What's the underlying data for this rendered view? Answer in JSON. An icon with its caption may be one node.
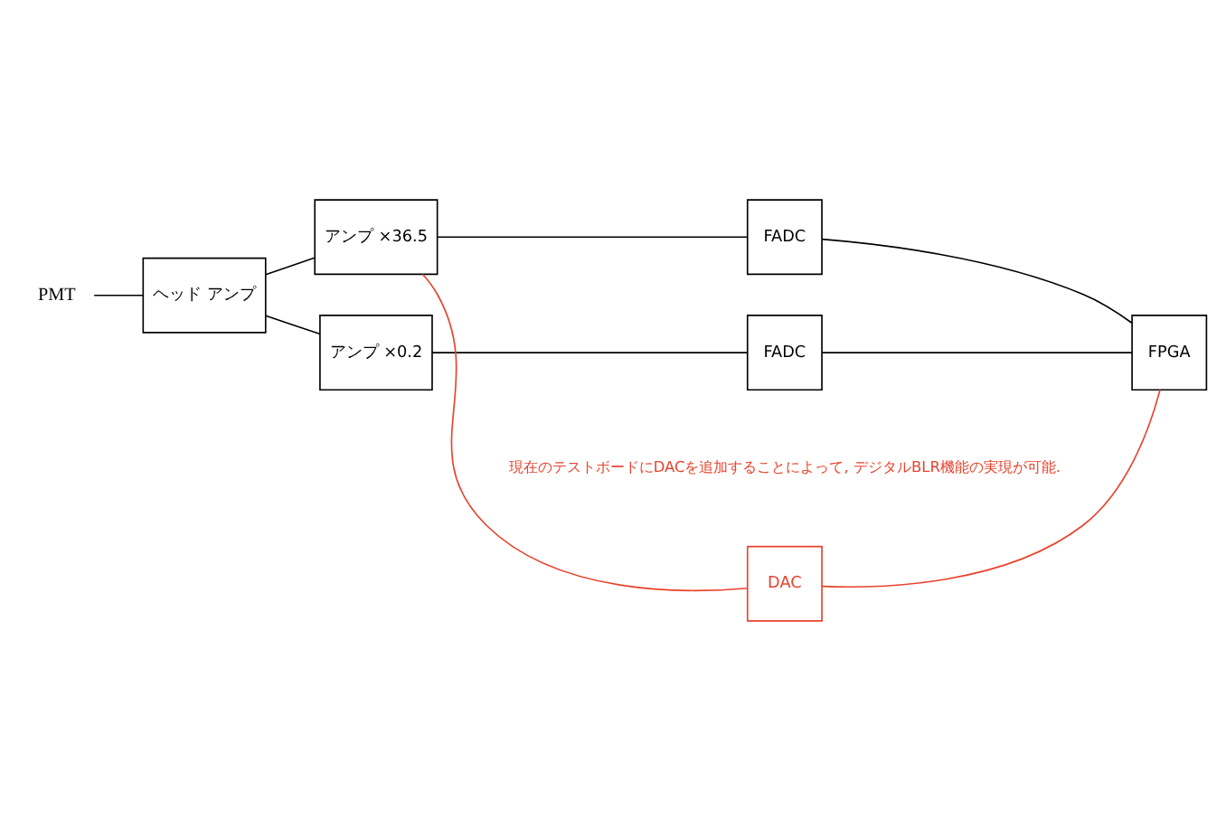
{
  "diagram": {
    "nodes": [
      {
        "text": [
          "PMT"
        ]
      },
      {
        "text": [
          "ヘッド アンプ"
        ]
      },
      {
        "text": [
          "アンプ ×36.5"
        ]
      },
      {
        "text": [
          "FADC"
        ]
      },
      {
        "text": [
          "アンプ ×0.2"
        ]
      },
      {
        "text": [
          "FADC"
        ]
      },
      {
        "text": [
          "DAC"
        ]
      },
      {
        "text": [
          "FPGA"
        ]
      }
    ],
    "edges": [
      {
        "from": 0,
        "to": 1,
        "arrow": "none"
      },
      {
        "from": 1,
        "to": 2,
        "arrow": "none"
      },
      {
        "from": 1,
        "to": 4,
        "arrow": "none"
      },
      {
        "from": 2,
        "to": 3,
        "arrow": "none"
      },
      {
        "from": 4,
        "to": 5,
        "arrow": "none"
      },
      {
        "from": 3,
        "to": 7,
        "arrow": "none"
      },
      {
        "from": 5,
        "to": 7,
        "arrow": "none"
      },
      {
        "from": 6,
        "to": 7,
        "arrow": "none",
        "color": "#e8432d"
      },
      {
        "from": 6,
        "to": 2,
        "arrow": "none",
        "color": "#e8432d"
      }
    ],
    "labels": [
      "現在のテストボードにDACを追加することによって, デジタルBLR機能の実現が可能."
    ]
  }
}
